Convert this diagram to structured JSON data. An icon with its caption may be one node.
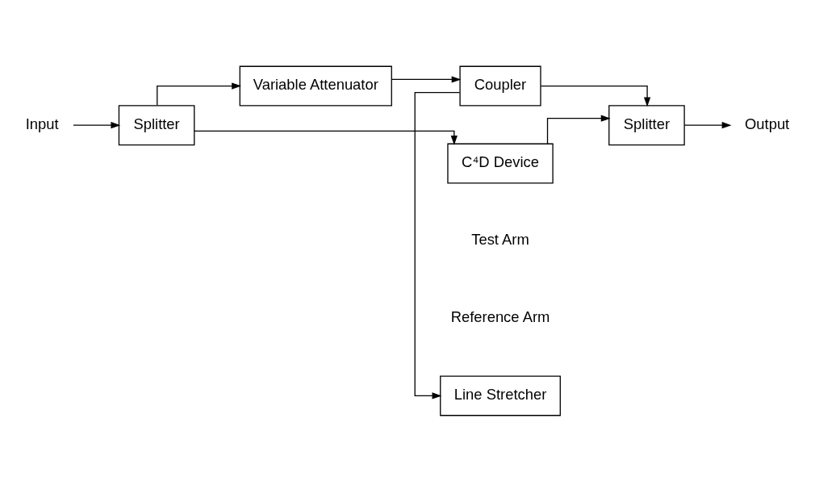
{
  "diagram": {
    "nodes": [
      {
        "text": [
          "Input"
        ]
      },
      {
        "text": [
          "Splitter"
        ]
      },
      {
        "text": [
          "Variable Attenuator"
        ]
      },
      {
        "text": [
          "Coupler"
        ]
      },
      {
        "text": [
          "Line Stretcher"
        ]
      },
      {
        "text": [
          "C⁴D Device"
        ]
      },
      {
        "text": [
          "Splitter"
        ]
      },
      {
        "text": [
          "Output"
        ]
      }
    ],
    "edges": [
      {
        "from": 0,
        "to": 1,
        "arrow": "to"
      },
      {
        "from": 1,
        "to": 2,
        "arrow": "to"
      },
      {
        "from": 2,
        "to": 3,
        "arrow": "to"
      },
      {
        "from": 3,
        "to": 4,
        "arrow": "to"
      },
      {
        "from": 3,
        "to": 6,
        "arrow": "to"
      },
      {
        "from": 1,
        "to": 5,
        "arrow": "to"
      },
      {
        "from": 5,
        "to": 6,
        "arrow": "to"
      },
      {
        "from": 6,
        "to": 7,
        "arrow": "to"
      }
    ],
    "labels": [
      "Reference Arm",
      "Test Arm"
    ]
  }
}
